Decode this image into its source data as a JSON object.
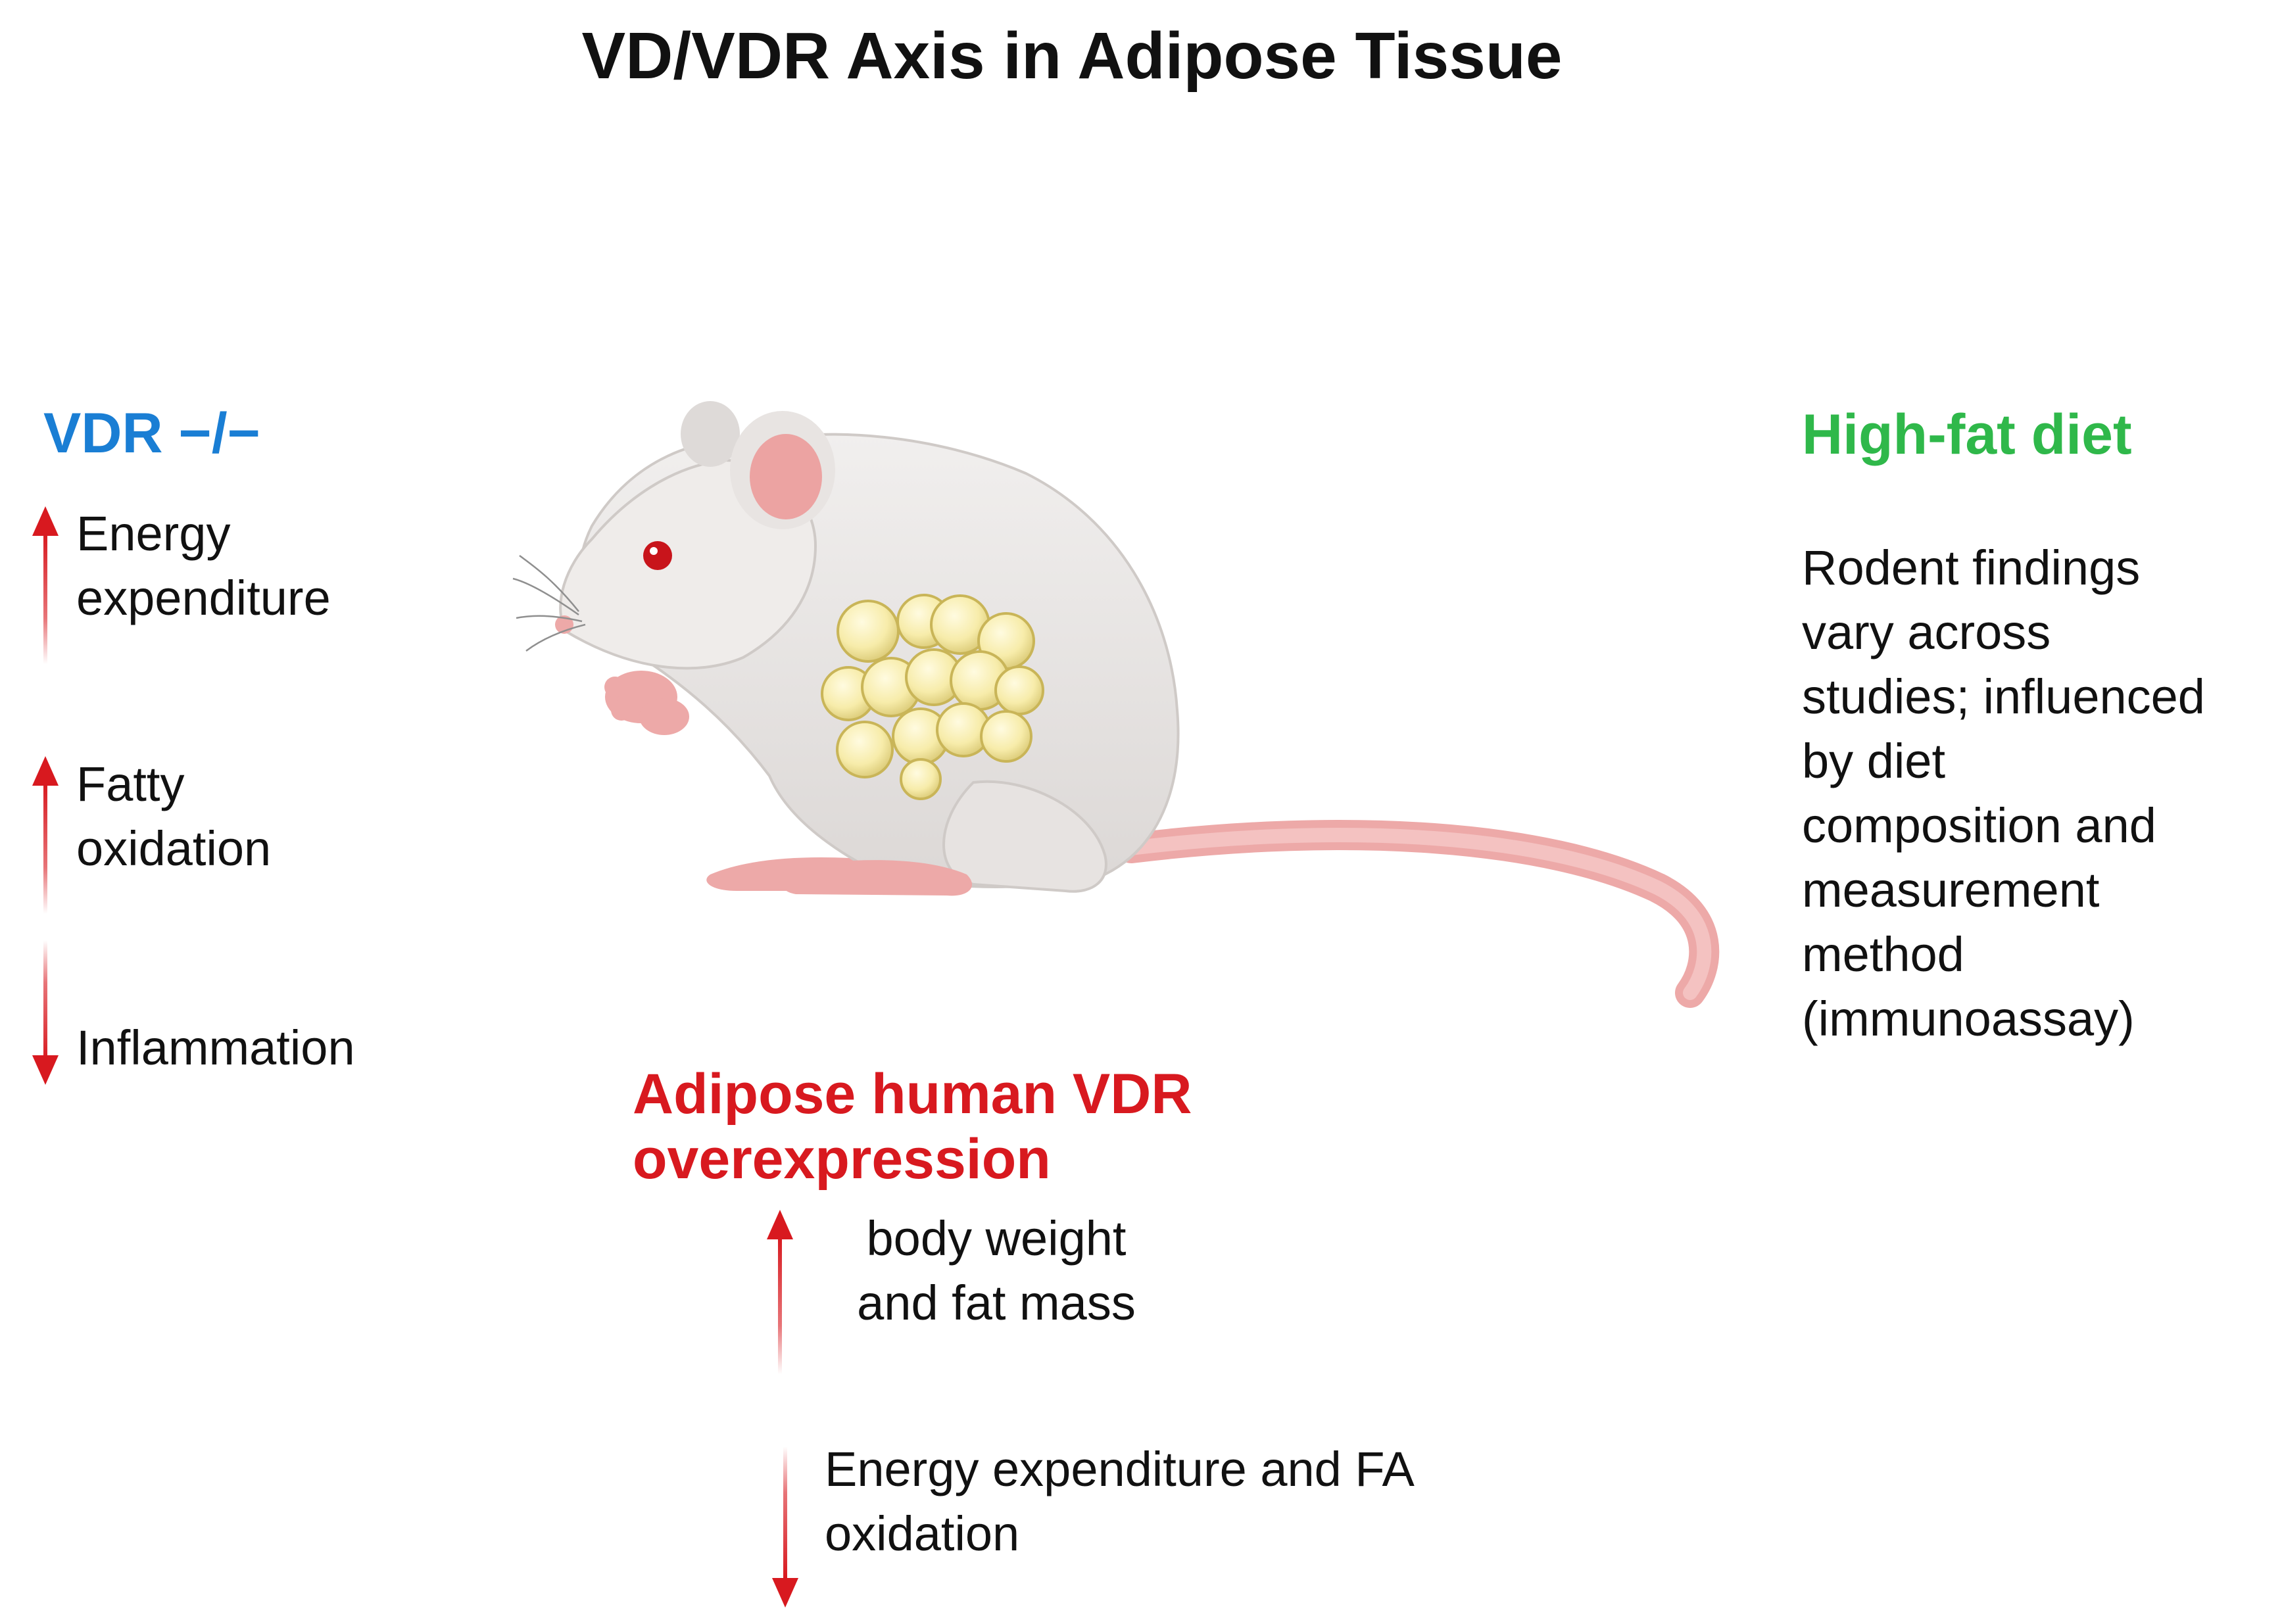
{
  "title": "VD/VDR Axis in Adipose Tissue",
  "colors": {
    "vdr_knockout": "#1a7ed4",
    "high_fat_diet": "#2fb84a",
    "overexpression": "#d8191f",
    "arrow": "#d8191f"
  },
  "left_panel": {
    "heading": "VDR −/−",
    "items": [
      {
        "direction": "up",
        "text": "Energy\nexpenditure"
      },
      {
        "direction": "up",
        "text": "Fatty\noxidation"
      },
      {
        "direction": "down",
        "text": "Inflammation"
      }
    ]
  },
  "right_panel": {
    "heading": "High-fat diet",
    "text": "Rodent findings\nvary across\nstudies; influenced\nby diet\ncomposition and\nmeasurement\nmethod\n(immunoassay)"
  },
  "bottom_panel": {
    "heading": "Adipose human VDR\noverexpression",
    "items": [
      {
        "direction": "up",
        "text": "body weight\nand fat mass"
      },
      {
        "direction": "down",
        "text": "Energy expenditure and FA\noxidation"
      }
    ]
  },
  "illustration": {
    "subject": "mouse-with-adipose-tissue",
    "icon": "mouse-icon"
  }
}
